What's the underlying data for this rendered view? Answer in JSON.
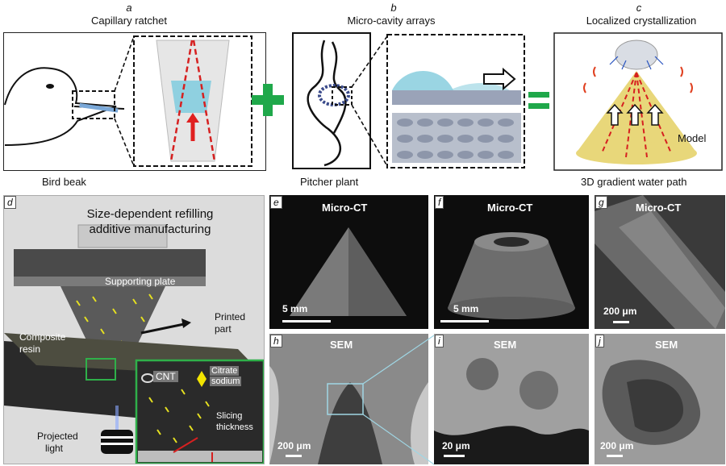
{
  "panel_a": {
    "letter": "a",
    "title": "Capillary ratchet",
    "caption": "Bird beak"
  },
  "panel_b": {
    "letter": "b",
    "title": "Micro-cavity arrays",
    "caption": "Pitcher plant"
  },
  "panel_c": {
    "letter": "c",
    "title": "Localized crystallization",
    "caption": "3D gradient water path",
    "model_label": "Model"
  },
  "panel_d": {
    "letter": "d",
    "title_line1": "Size-dependent refilling",
    "title_line2": "additive manufacturing",
    "supporting_plate": "Supporting plate",
    "printed_part_1": "Printed",
    "printed_part_2": "part",
    "composite_1": "Composite",
    "composite_2": "resin",
    "cnt": "CNT",
    "citrate_1": "Citrate",
    "citrate_2": "sodium",
    "slicing_1": "Slicing",
    "slicing_2": "thickness",
    "projected_1": "Projected",
    "projected_2": "light"
  },
  "panel_e": {
    "letter": "e",
    "title": "Micro-CT",
    "scale": "5 mm"
  },
  "panel_f": {
    "letter": "f",
    "title": "Micro-CT",
    "scale": "5 mm"
  },
  "panel_g": {
    "letter": "g",
    "title": "Micro-CT",
    "scale": "200 μm"
  },
  "panel_h": {
    "letter": "h",
    "title": "SEM",
    "scale": "200 μm"
  },
  "panel_i": {
    "letter": "i",
    "title": "SEM",
    "scale": "20 μm"
  },
  "panel_j": {
    "letter": "j",
    "title": "SEM",
    "scale": "200 μm"
  },
  "operators": {
    "plus": "+",
    "equals": "="
  },
  "colors": {
    "red_dash": "#d62020",
    "green_op": "#1fa84a",
    "cone_yellow": "#e8d77a",
    "droplet_blue": "#8fd0e0"
  }
}
